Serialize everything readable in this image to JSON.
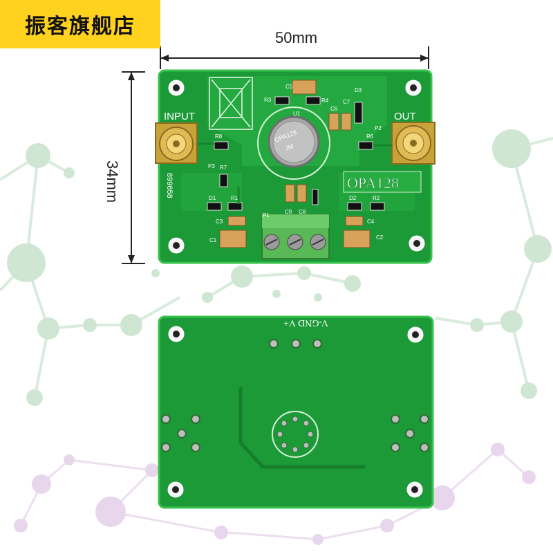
{
  "store_badge": "振客旗舰店",
  "dimensions": {
    "width_label": "50mm",
    "height_label": "34mm"
  },
  "board_front": {
    "input_label": "INPUT",
    "output_label": "OUT",
    "module_label": "OPA128",
    "serial_number": "899658",
    "chip_marking": [
      "OPA128",
      "JM"
    ],
    "components": [
      "C5",
      "R3",
      "R4",
      "U1",
      "C6",
      "C7",
      "D3",
      "P2",
      "R6",
      "R8",
      "R7",
      "P3",
      "D1",
      "R1",
      "C3",
      "C1",
      "C9",
      "C8",
      "D2",
      "R2",
      "C4",
      "C2",
      "P1"
    ]
  },
  "board_back": {
    "power_label": "V-GND V+"
  },
  "colors": {
    "badge": "#ffd21e",
    "pcb": "#1fa23c",
    "pcb_edge": "#3fd050",
    "silkscreen": "#ffffff",
    "gold": "#c9a23a",
    "terminal": "#5fbf5a"
  }
}
